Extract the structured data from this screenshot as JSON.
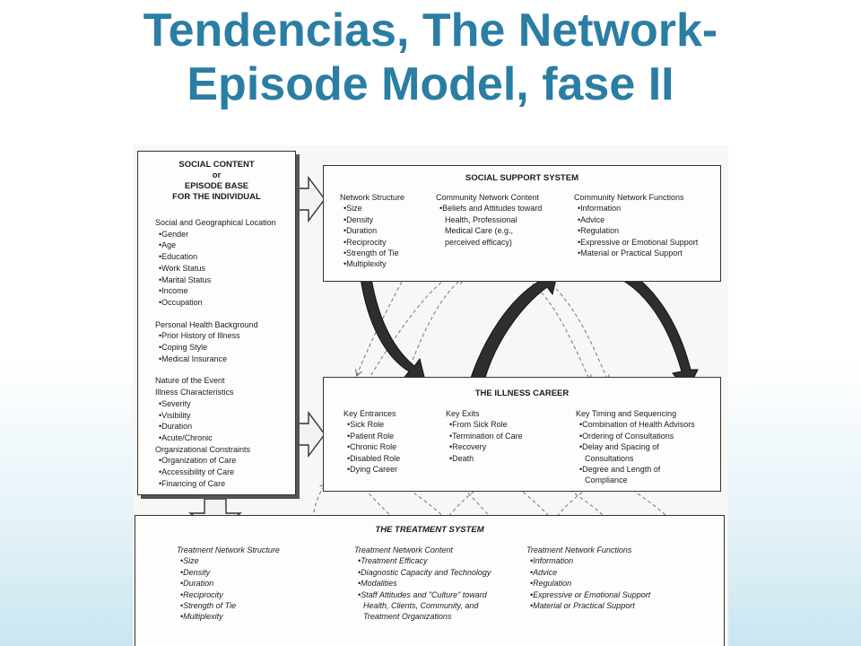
{
  "title": {
    "line1": "Tendencias, The Network-",
    "line2": "Episode Model, fase II"
  },
  "diagram": {
    "social_content": {
      "heading": [
        "SOCIAL CONTENT",
        "or",
        "EPISODE BASE",
        "FOR THE INDIVIDUAL"
      ],
      "groups": [
        {
          "label": "Social and Geographical Location",
          "items": [
            "•Gender",
            "•Age",
            "•Education",
            "•Work Status",
            "•Marital Status",
            "•Income",
            "•Occupation"
          ]
        },
        {
          "label": "Personal Health Background",
          "items": [
            "•Prior History of Illness",
            "•Coping Style",
            "•Medical Insurance"
          ]
        },
        {
          "label": "Nature of the Event",
          "items": []
        },
        {
          "label": "Illness Characteristics",
          "items": [
            "•Severity",
            "•Visibility",
            "•Duration",
            "•Acute/Chronic"
          ]
        },
        {
          "label": "Organizational Constraints",
          "items": [
            "•Organization of Care",
            "•Accessibility of Care",
            "•Financing of Care"
          ]
        }
      ]
    },
    "social_support": {
      "heading": "SOCIAL SUPPORT SYSTEM",
      "columns": [
        {
          "label": "Network Structure",
          "items": [
            "•Size",
            "•Density",
            "•Duration",
            "•Reciprocity",
            "•Strength of Tie",
            "•Multiplexity"
          ]
        },
        {
          "label": "Community Network Content",
          "items": [
            "•Beliefs and Attitudes toward",
            "Health, Professional",
            "Medical Care (e.g.,",
            "perceived efficacy)"
          ]
        },
        {
          "label": "Community Network Functions",
          "items": [
            "•Information",
            "•Advice",
            "•Regulation",
            "•Expressive or Emotional Support",
            "•Material or Practical Support"
          ]
        }
      ]
    },
    "illness_career": {
      "heading": "THE ILLNESS CAREER",
      "columns": [
        {
          "label": "Key Entrances",
          "items": [
            "•Sick Role",
            "•Patient Role",
            "•Chronic Role",
            "•Disabled Role",
            "•Dying Career"
          ]
        },
        {
          "label": "Key Exits",
          "items": [
            "•From Sick Role",
            "•Termination of Care",
            "•Recovery",
            "•Death"
          ]
        },
        {
          "label": "Key Timing and Sequencing",
          "items": [
            "•Combination of Health Advisors",
            "•Ordering of Consultations",
            "•Delay and Spacing of",
            "Consultations",
            "•Degree and Length of",
            "Compliance"
          ]
        }
      ]
    },
    "treatment_system": {
      "heading": "THE TREATMENT SYSTEM",
      "columns": [
        {
          "label": "Treatment Network Structure",
          "items": [
            "•Size",
            "•Density",
            "•Duration",
            "•Reciprocity",
            "•Strength of Tie",
            "•Multiplexity"
          ]
        },
        {
          "label": "Treatment Network Content",
          "items": [
            "•Treatment Efficacy",
            "•Diagnostic Capacity and Technology",
            "•Modalities",
            "•Staff Attitudes and \"Culture\" toward",
            "Health, Clients, Community, and",
            "Treatment Organizations"
          ]
        },
        {
          "label": "Treatment Network Functions",
          "items": [
            "•Information",
            "•Advice",
            "•Regulation",
            "•Expressive or Emotional Support",
            "•Material or Practical Support"
          ]
        }
      ]
    }
  }
}
